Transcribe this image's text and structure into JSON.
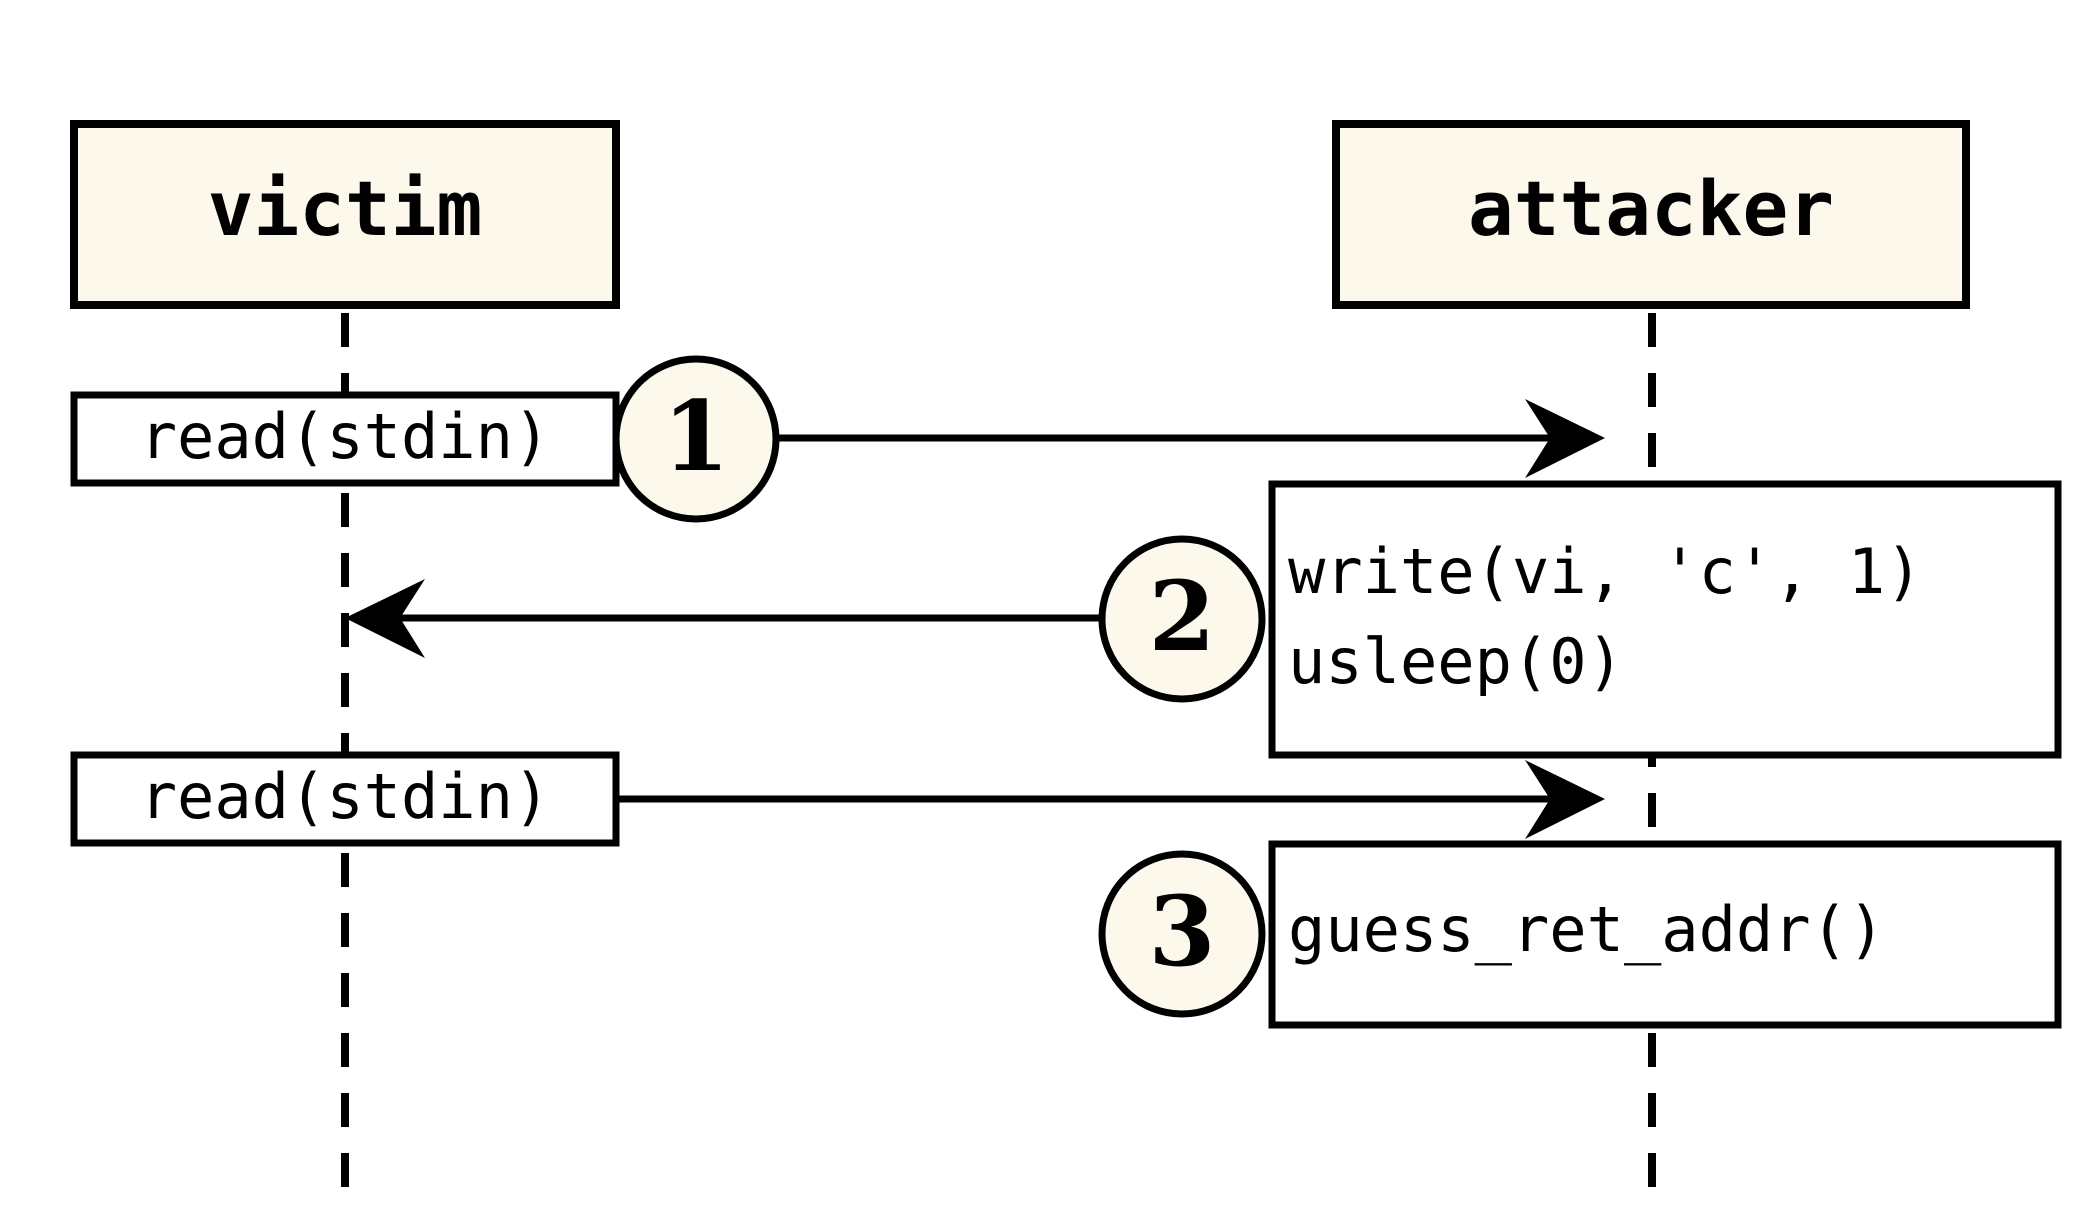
{
  "colors": {
    "box_fill": "#fcf9ec",
    "stroke": "#000000",
    "background": "#ffffff"
  },
  "actors": {
    "victim": "victim",
    "attacker": "attacker"
  },
  "victim_calls": {
    "first_read": "read(stdin)",
    "second_read": "read(stdin)"
  },
  "attacker_actions": {
    "write_line": "write(vi, 'c', 1)",
    "sleep_line": "usleep(0)",
    "guess_line": "guess_ret_addr()"
  },
  "steps": [
    "1",
    "2",
    "3"
  ]
}
